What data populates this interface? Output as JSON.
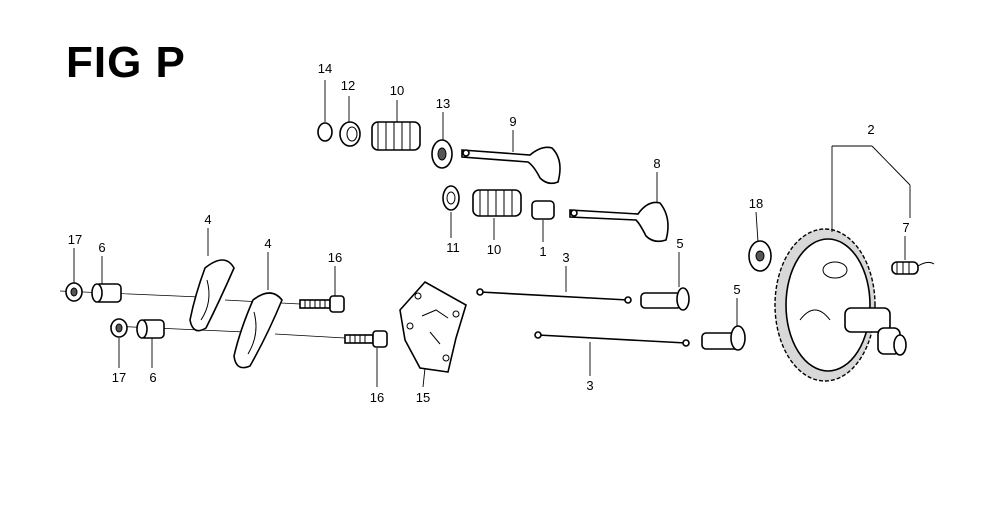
{
  "figure": {
    "title": "FIG P"
  },
  "callouts": {
    "c1": "1",
    "c2": "2",
    "c3a": "3",
    "c3b": "3",
    "c4a": "4",
    "c4b": "4",
    "c5a": "5",
    "c5b": "5",
    "c6a": "6",
    "c6b": "6",
    "c7": "7",
    "c8": "8",
    "c9": "9",
    "c10a": "10",
    "c10b": "10",
    "c11": "11",
    "c12": "12",
    "c13": "13",
    "c14": "14",
    "c15": "15",
    "c16a": "16",
    "c16b": "16",
    "c17a": "17",
    "c17b": "17",
    "c18": "18"
  }
}
